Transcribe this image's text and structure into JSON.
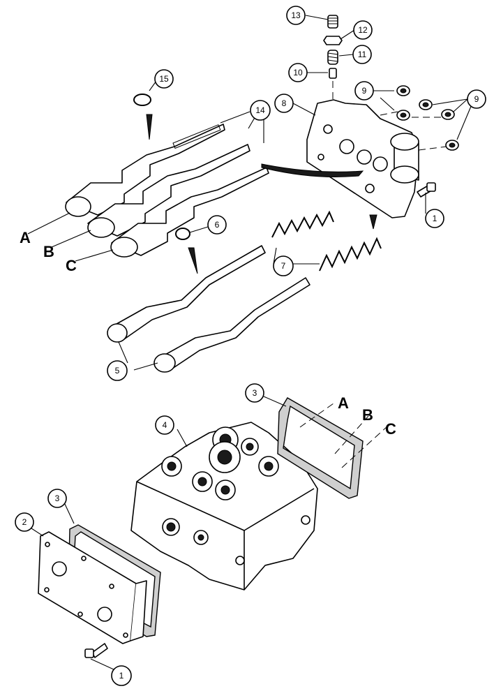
{
  "callouts": [
    {
      "id": "c13",
      "label": "13"
    },
    {
      "id": "c12",
      "label": "12"
    },
    {
      "id": "c11",
      "label": "11"
    },
    {
      "id": "c10",
      "label": "10"
    },
    {
      "id": "c15",
      "label": "15"
    },
    {
      "id": "c14",
      "label": "14"
    },
    {
      "id": "c8",
      "label": "8"
    },
    {
      "id": "c9a",
      "label": "9"
    },
    {
      "id": "c9b",
      "label": "9"
    },
    {
      "id": "c1a",
      "label": "1"
    },
    {
      "id": "c6",
      "label": "6"
    },
    {
      "id": "c7",
      "label": "7"
    },
    {
      "id": "c5",
      "label": "5"
    },
    {
      "id": "c3a",
      "label": "3"
    },
    {
      "id": "c4",
      "label": "4"
    },
    {
      "id": "c3b",
      "label": "3"
    },
    {
      "id": "c2",
      "label": "2"
    },
    {
      "id": "c1b",
      "label": "1"
    }
  ],
  "letters": {
    "spool_a": "A",
    "spool_b": "B",
    "spool_c": "C",
    "port_a": "A",
    "port_b": "B",
    "port_c": "C"
  }
}
